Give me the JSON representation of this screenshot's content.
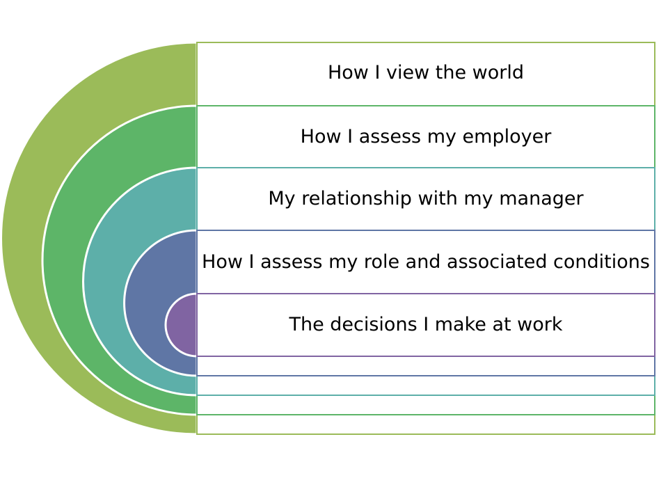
{
  "diagram": {
    "layers": [
      {
        "label": "How I view the world",
        "color": "#9BBB59"
      },
      {
        "label": "How I assess my employer",
        "color": "#5DB568"
      },
      {
        "label": "My relationship with my manager",
        "color": "#5DAFA9"
      },
      {
        "label": "How I assess my role and associated conditions",
        "color": "#5F76A5"
      },
      {
        "label": "The decisions I make at work",
        "color": "#8064A2"
      }
    ]
  }
}
